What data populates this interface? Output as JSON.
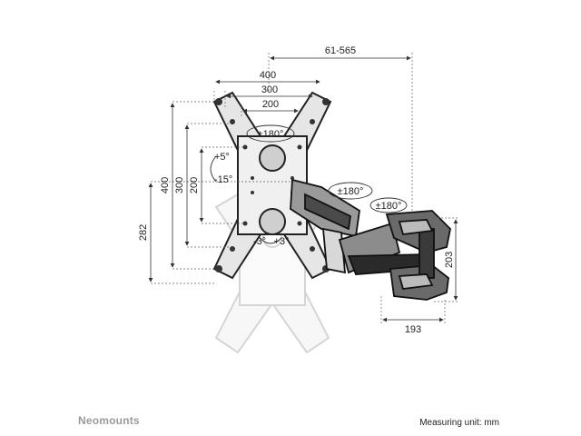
{
  "dimensions": {
    "reach": "61-565",
    "width_400": "400",
    "width_300": "300",
    "width_200": "200",
    "height_400": "400",
    "height_300": "300",
    "height_200": "200",
    "height_282": "282",
    "arm_height": "203",
    "arm_depth": "193"
  },
  "rotations": {
    "swivel_top": "±180°",
    "swivel_mid": "±180°",
    "swivel_wall": "±180°",
    "tilt_up": "+5°",
    "tilt_down": "-15°",
    "level_minus": "-3°",
    "level_plus": "+3°"
  },
  "footer": {
    "brand": "Neomounts",
    "unit_note": "Measuring unit: mm"
  }
}
